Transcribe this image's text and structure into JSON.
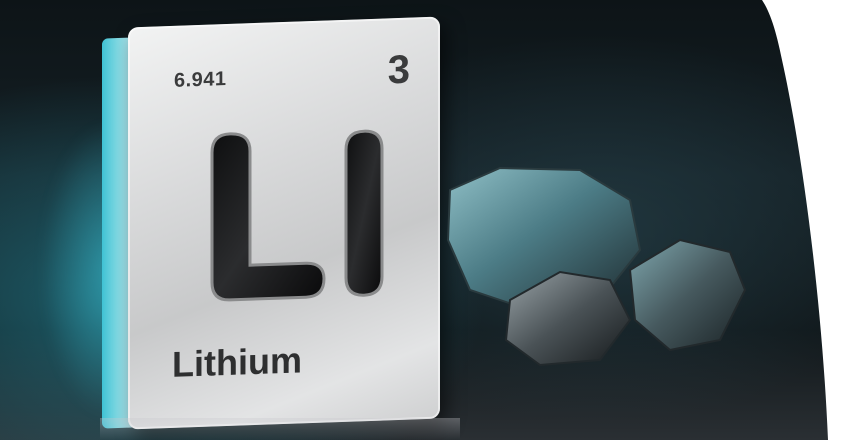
{
  "element_tile": {
    "atomic_mass": "6.941",
    "atomic_number": "3",
    "symbol": "LI",
    "name": "Lithium"
  },
  "colors": {
    "background": "#131c20",
    "tile_face": "#d9dadb",
    "tile_edge": "#3fc2d4",
    "tile_text": "#3a3b3c",
    "rock": "#4f7f88"
  }
}
